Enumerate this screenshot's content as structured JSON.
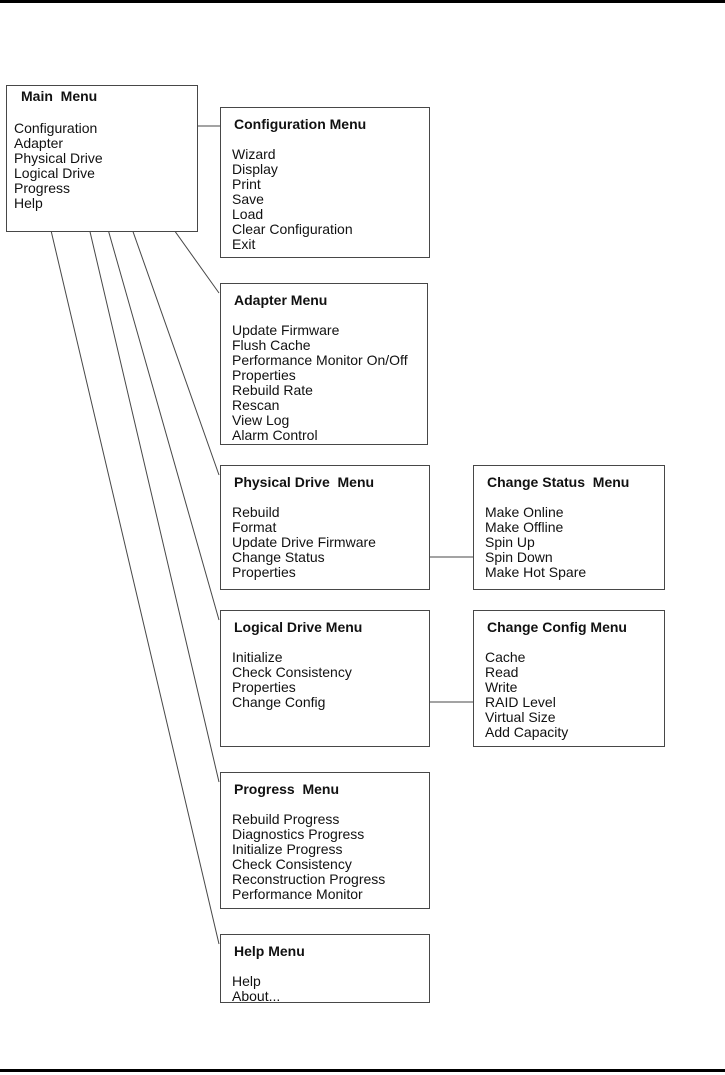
{
  "menus": {
    "main": {
      "title": "Main  Menu",
      "items": [
        "Configuration",
        "Adapter",
        "Physical Drive",
        "Logical Drive",
        "Progress",
        "Help"
      ]
    },
    "configuration": {
      "title": "Configuration Menu",
      "items": [
        "Wizard",
        "Display",
        "Print",
        "Save",
        "Load",
        "Clear Configuration",
        "Exit"
      ]
    },
    "adapter": {
      "title": "Adapter Menu",
      "items": [
        "Update Firmware",
        "Flush Cache",
        "Performance Monitor On/Off",
        "Properties",
        "Rebuild Rate",
        "Rescan",
        "View Log",
        "Alarm Control"
      ]
    },
    "physical_drive": {
      "title": "Physical Drive  Menu",
      "items": [
        "Rebuild",
        "Format",
        "Update Drive Firmware",
        "Change Status",
        "Properties"
      ]
    },
    "change_status": {
      "title": "Change Status  Menu",
      "items": [
        "Make Online",
        "Make Offline",
        "Spin Up",
        "Spin Down",
        "Make Hot Spare"
      ]
    },
    "logical_drive": {
      "title": "Logical Drive Menu",
      "items": [
        "Initialize",
        "Check Consistency",
        "Properties",
        "Change Config"
      ]
    },
    "change_config": {
      "title": "Change Config Menu",
      "items": [
        "Cache",
        "Read",
        "Write",
        "RAID Level",
        "Virtual Size",
        "Add Capacity"
      ]
    },
    "progress": {
      "title": "Progress  Menu",
      "items": [
        "Rebuild Progress",
        "Diagnostics Progress",
        "Initialize Progress",
        "Check Consistency",
        "Reconstruction Progress",
        "Performance Monitor"
      ]
    },
    "help": {
      "title": "Help Menu",
      "items": [
        "Help",
        "About..."
      ]
    }
  },
  "connections": [
    {
      "from_menu": "main",
      "from_item": "Configuration",
      "to_menu": "configuration"
    },
    {
      "from_menu": "main",
      "from_item": "Adapter",
      "to_menu": "adapter"
    },
    {
      "from_menu": "main",
      "from_item": "Physical Drive",
      "to_menu": "physical_drive"
    },
    {
      "from_menu": "main",
      "from_item": "Logical Drive",
      "to_menu": "logical_drive"
    },
    {
      "from_menu": "main",
      "from_item": "Progress",
      "to_menu": "progress"
    },
    {
      "from_menu": "main",
      "from_item": "Help",
      "to_menu": "help"
    },
    {
      "from_menu": "physical_drive",
      "from_item": "Change Status",
      "to_menu": "change_status"
    },
    {
      "from_menu": "logical_drive",
      "from_item": "Change Config",
      "to_menu": "change_config"
    }
  ],
  "colors": {
    "background": "#ffffff",
    "text": "#111111",
    "border": "#474747",
    "connector": "#474747",
    "page_rule": "#000000"
  }
}
